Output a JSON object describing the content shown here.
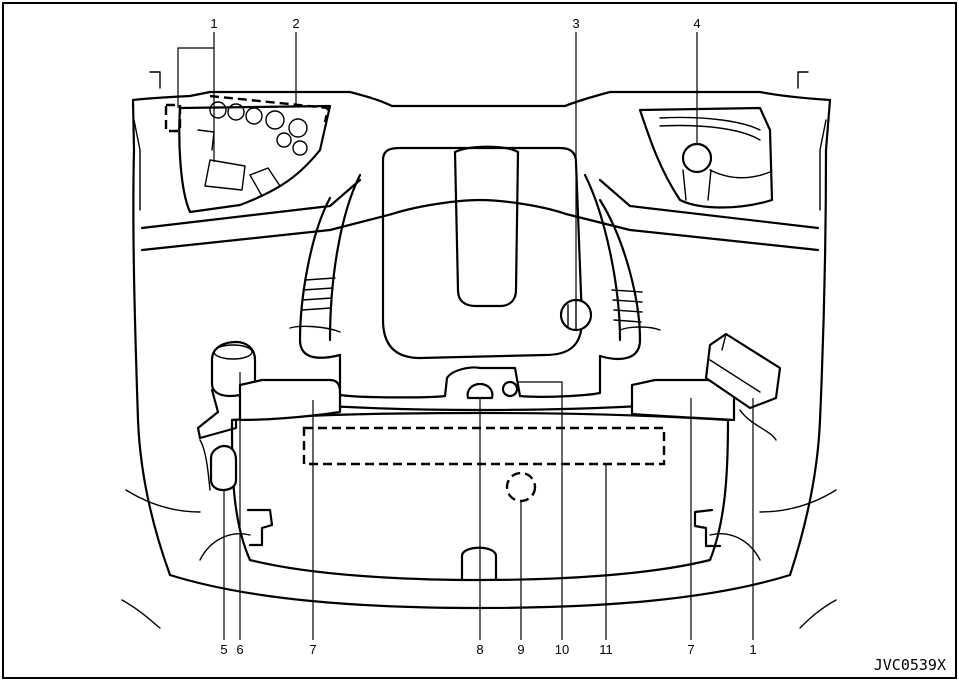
{
  "figure_code": "JVC0539X",
  "callouts": [
    "1",
    "2",
    "3",
    "4",
    "5",
    "6",
    "7",
    "8",
    "9",
    "10",
    "11",
    "7",
    "1"
  ]
}
